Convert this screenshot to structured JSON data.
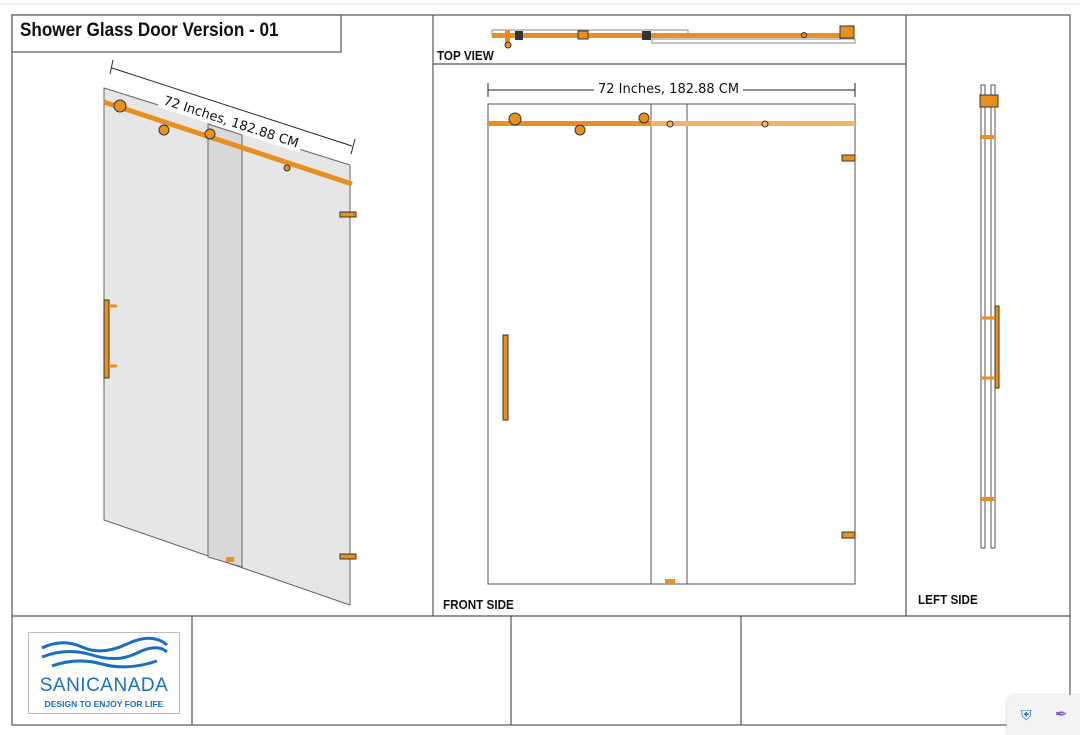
{
  "title": "Shower Glass Door Version - 01",
  "views": {
    "top": "TOP VIEW",
    "front": "FRONT SIDE",
    "left": "LEFT SIDE"
  },
  "dimension_label": "72 Inches, 182.88 CM",
  "logo": {
    "name": "SANICANADA",
    "tagline": "DESIGN TO ENJOY FOR LIFE"
  },
  "colors": {
    "hardware": "#e8901e",
    "brand": "#1a6fc0",
    "glass": "#e4e4e4"
  },
  "tray_icons": [
    "security-warning-icon",
    "pen-icon"
  ]
}
